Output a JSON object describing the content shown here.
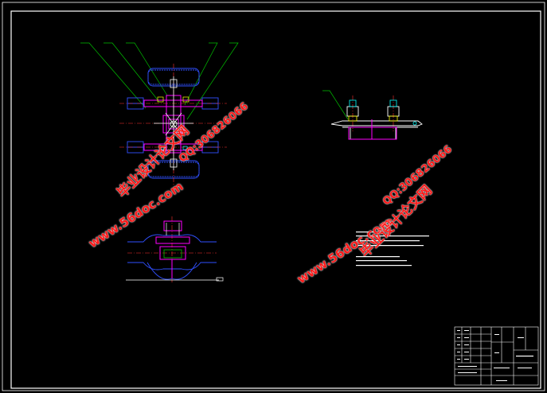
{
  "watermarks": [
    {
      "site": "www.56doc.com",
      "name": "毕业设计论文网",
      "qq": "QQ:306826066"
    },
    {
      "site": "www.56doc.com",
      "name": "毕业设计论文网",
      "qq": "QQ:306826066"
    }
  ],
  "colors": {
    "background": "#000000",
    "frame": "#ffffff",
    "leader": "#00c000",
    "part": "#ff00ff",
    "hidden": "#2040ff",
    "center": "#ff3030",
    "dim": "#ffffff",
    "watermark": "#ff1a1a"
  }
}
